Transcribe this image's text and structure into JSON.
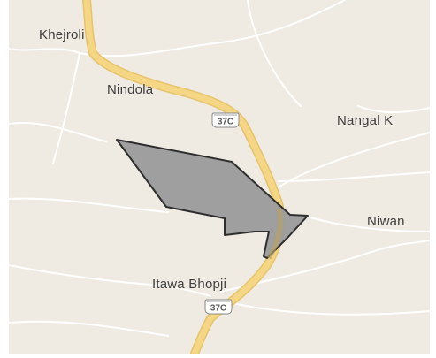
{
  "map": {
    "colors": {
      "background": "#efebe2",
      "road_main": "#f4d684",
      "road_edge": "#e6c36c",
      "road_minor": "#ffffff",
      "region_fill": "#9b9b9b",
      "region_stroke": "#2e2e2e"
    },
    "places": {
      "khejroli": "Khejroli",
      "nindola": "Nindola",
      "nangal": "Nangal K",
      "niwan": "Niwan",
      "itawa": "Itawa Bhopji"
    },
    "highway_shields": {
      "north": "37C",
      "south": "37C"
    }
  }
}
